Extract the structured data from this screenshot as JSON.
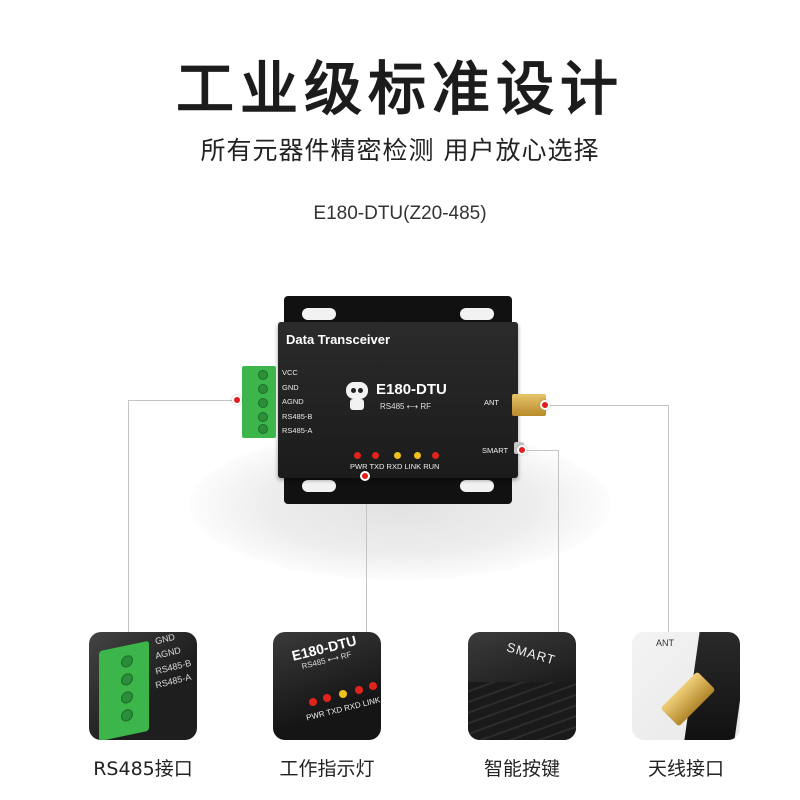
{
  "header": {
    "title": "工业级标准设计",
    "subtitle": "所有元器件精密检测  用户放心选择",
    "model": "E180-DTU(Z20-485)"
  },
  "device": {
    "panel_title": "Data Transceiver",
    "model": "E180-DTU",
    "sub": "RS485 ⟷ RF",
    "pins": [
      "VCC",
      "GND",
      "AGND",
      "RS485-B",
      "RS485-A"
    ],
    "ant_label": "ANT",
    "smart_label": "SMART",
    "led_labels": "PWR TXD  RXD LINK RUN",
    "led_colors": [
      "#e0241c",
      "#e0241c",
      "#f0c020",
      "#f0c020",
      "#e0241c",
      "#e0241c"
    ]
  },
  "features": [
    {
      "label": "RS485接口",
      "icon": "terminal-block"
    },
    {
      "label": "工作指示灯",
      "icon": "indicator-leds"
    },
    {
      "label": "智能按键",
      "icon": "smart-button"
    },
    {
      "label": "天线接口",
      "icon": "antenna-connector"
    }
  ],
  "thumb_texts": {
    "rs485_pins": [
      "GND",
      "AGND",
      "RS485-B",
      "RS485-A"
    ],
    "leds_model": "E180-DTU",
    "leds_sub": "RS485 ⟷ RF",
    "leds_labels": "PWR TXD RXD LINK RUN",
    "smart": "SMART",
    "ant": "ANT"
  },
  "colors": {
    "accent_dot": "#e21b1b",
    "terminal_green": "#3cb64a",
    "antenna_gold": "#d4a947"
  }
}
